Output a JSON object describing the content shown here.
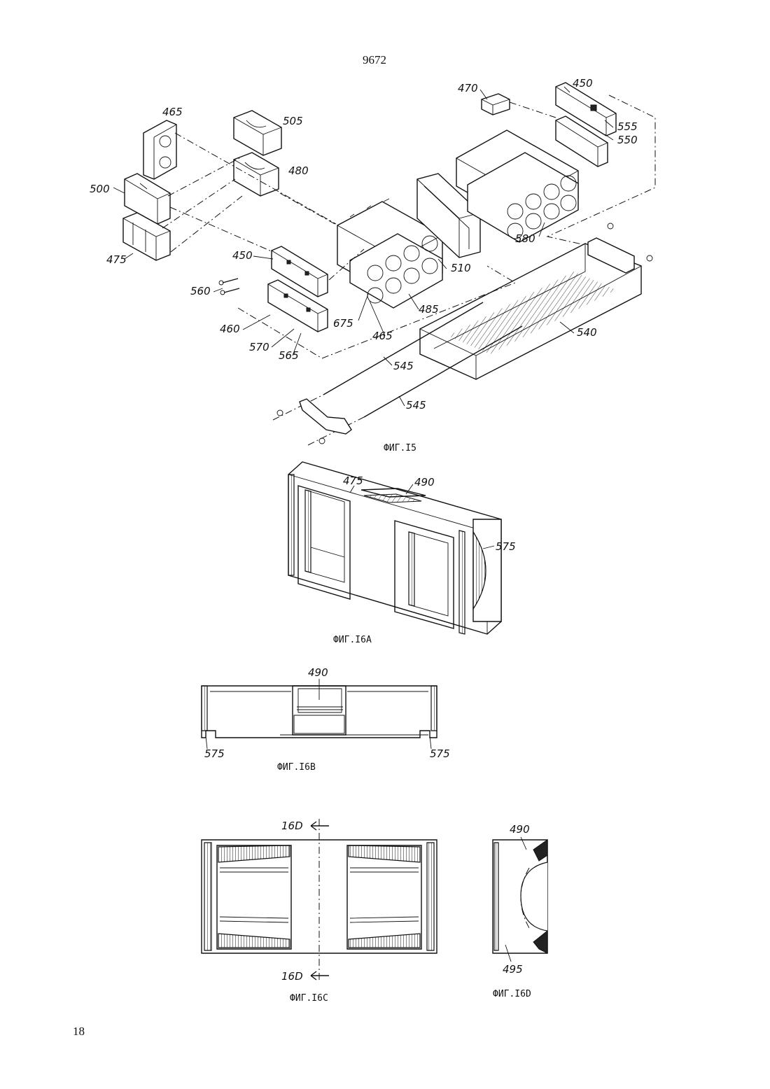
{
  "header": {
    "doc_number": "9672"
  },
  "footer": {
    "page_number": "18"
  },
  "figures": {
    "fig15": {
      "caption": "ФИГ.I5",
      "labels": [
        "465",
        "505",
        "480",
        "500",
        "475",
        "450",
        "560",
        "460",
        "570",
        "565",
        "675",
        "465",
        "485",
        "510",
        "470",
        "450",
        "555",
        "550",
        "580",
        "540",
        "545",
        "545"
      ]
    },
    "fig16a": {
      "caption": "ФИГ.I6A",
      "labels": [
        "475",
        "490",
        "575"
      ]
    },
    "fig16b": {
      "caption": "ФИГ.I6B",
      "labels": [
        "490",
        "575",
        "575"
      ]
    },
    "fig16c": {
      "caption": "ФИГ.I6C",
      "labels": [
        "16D",
        "16D"
      ]
    },
    "fig16d": {
      "caption": "ФИГ.I6D",
      "labels": [
        "490",
        "495"
      ]
    }
  }
}
